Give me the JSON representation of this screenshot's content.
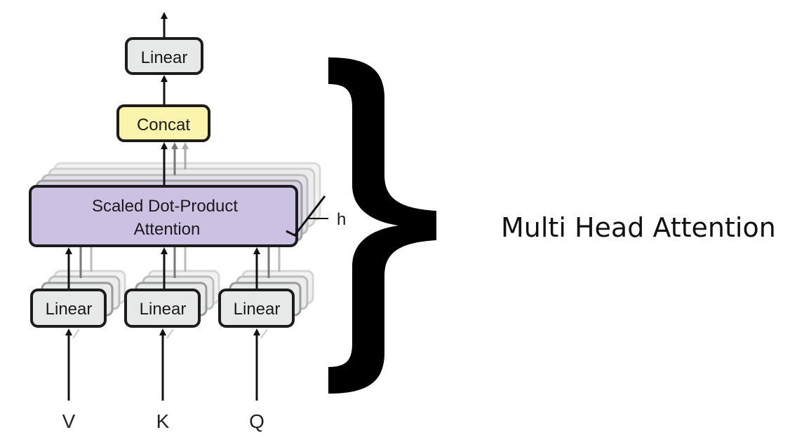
{
  "diagram": {
    "top_linear_label": "Linear",
    "concat_label": "Concat",
    "attention_label_line1": "Scaled Dot-Product",
    "attention_label_line2": "Attention",
    "heads_label": "h",
    "input_linears": [
      {
        "label": "Linear"
      },
      {
        "label": "Linear"
      },
      {
        "label": "Linear"
      }
    ],
    "inputs": [
      "V",
      "K",
      "Q"
    ],
    "caption": "Multi Head Attention",
    "colors": {
      "linear_fill": "#e6e9e7",
      "concat_fill": "#fbf4ad",
      "attention_fill": "#cdc1e3",
      "stroke": "#1c1c1c",
      "brace": "#000000"
    }
  }
}
